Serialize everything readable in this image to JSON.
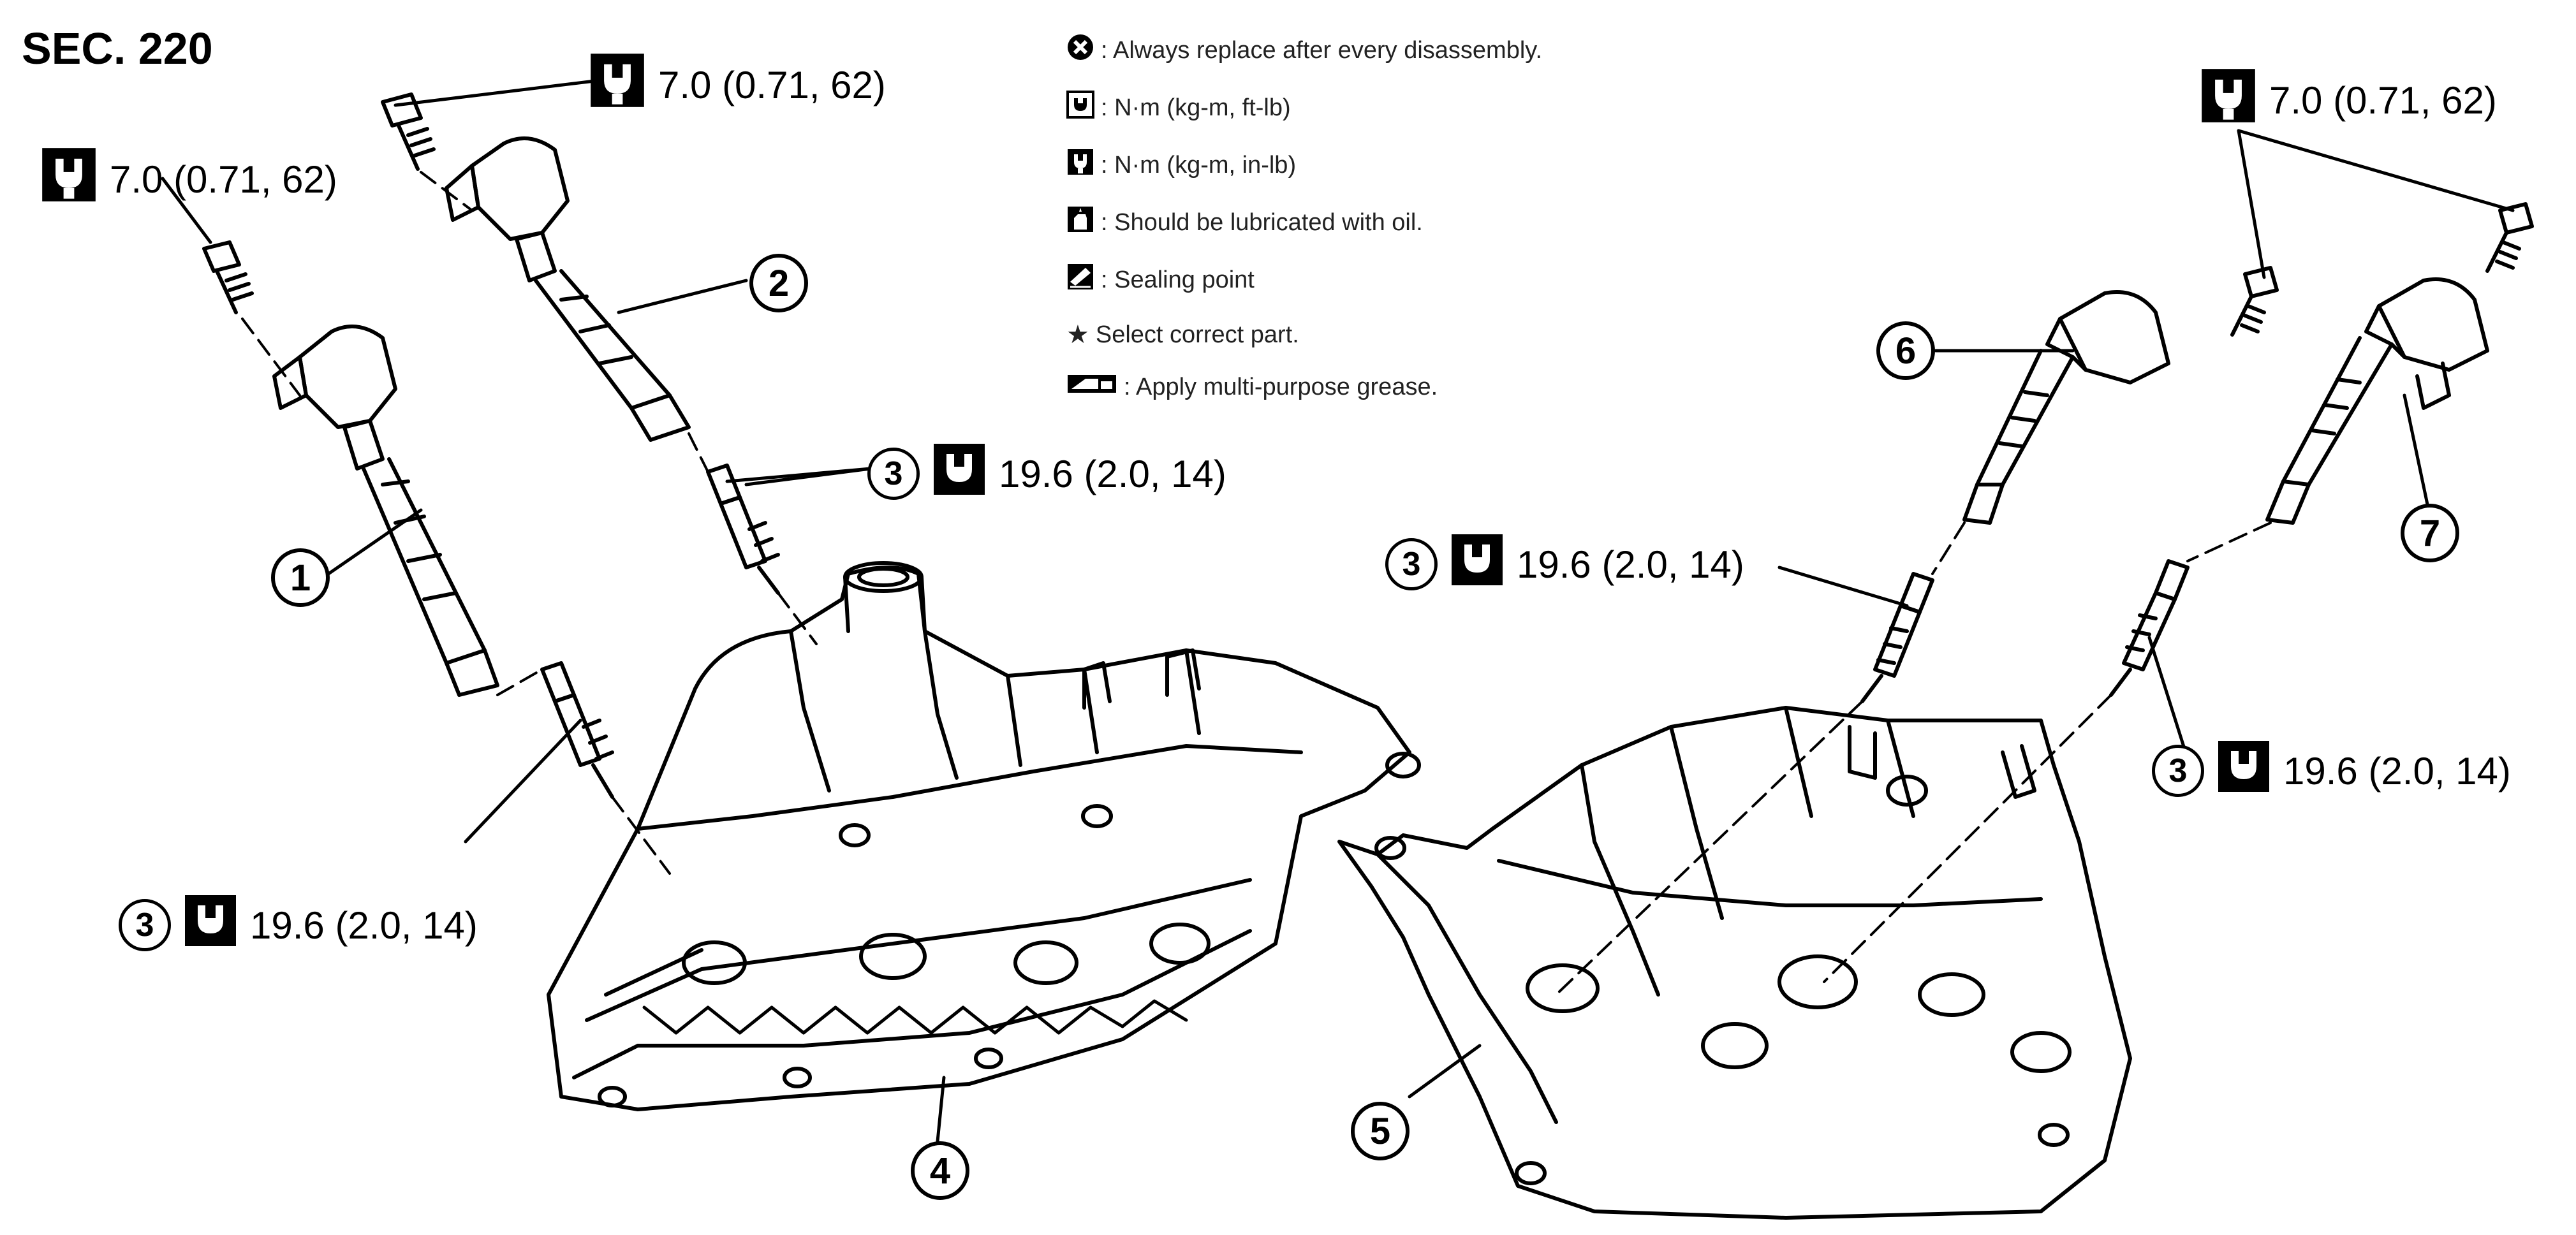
{
  "section": "SEC. 220",
  "legend": [
    {
      "icon": "replace-x-icon",
      "text": ": Always replace after every disassembly."
    },
    {
      "icon": "torque-ftlb-icon",
      "text": ": N·m (kg-m, ft-lb)"
    },
    {
      "icon": "torque-inlb-icon",
      "text": ": N·m (kg-m, in-lb)"
    },
    {
      "icon": "oil-can-icon",
      "text": ": Should be lubricated with oil."
    },
    {
      "icon": "sealing-point-icon",
      "text": ": Sealing point"
    },
    {
      "icon": "star-icon",
      "text": "Select correct part."
    },
    {
      "icon": "grease-icon",
      "text": ": Apply multi-purpose grease."
    }
  ],
  "callouts": {
    "c1": "1",
    "c2": "2",
    "c3": "3",
    "c4": "4",
    "c5": "5",
    "c6": "6",
    "c7": "7"
  },
  "torque_specs": {
    "coil_bolt": "7.0 (0.71, 62)",
    "spark_plug": "19.6 (2.0, 14)"
  }
}
